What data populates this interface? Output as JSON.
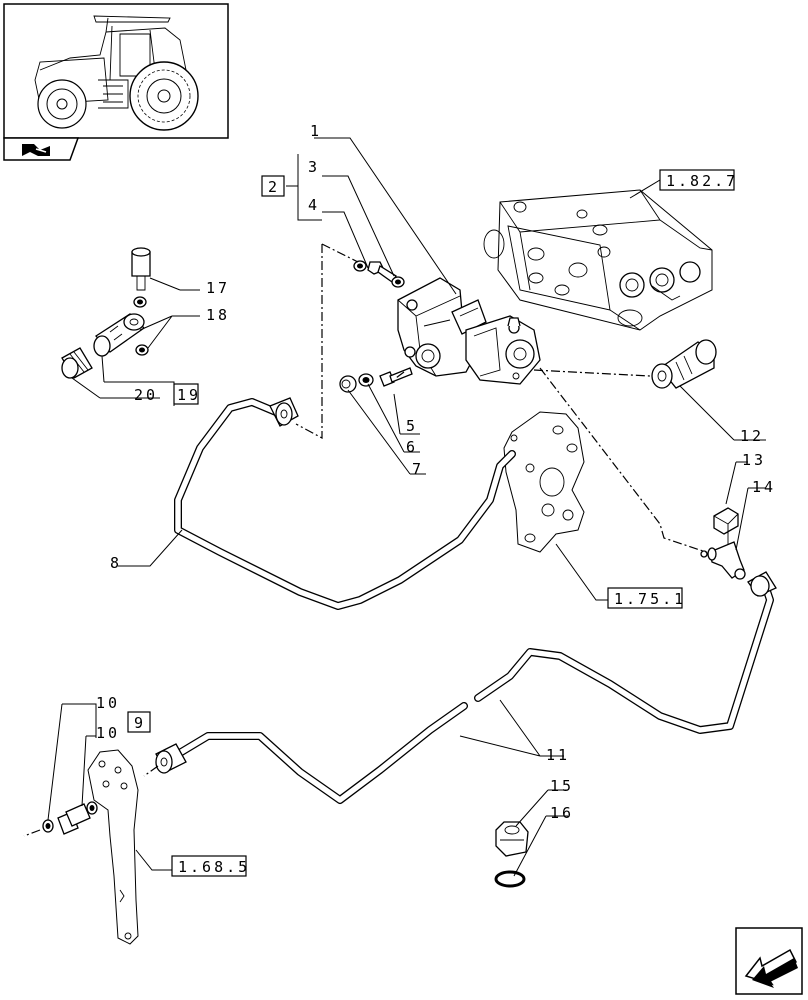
{
  "callouts": {
    "c1": "1",
    "c2": "2",
    "c3": "3",
    "c4": "4",
    "c5": "5",
    "c6": "6",
    "c7": "7",
    "c8": "8",
    "c9": "9",
    "c10a": "10",
    "c10b": "10",
    "c11": "11",
    "c12": "12",
    "c13": "13",
    "c14": "14",
    "c15": "15",
    "c16": "16",
    "c17": "17",
    "c18": "18",
    "c19": "19",
    "c20": "20"
  },
  "references": {
    "r1827": "1.82.7",
    "r1751": "1.75.1",
    "r1685": "1.68.5"
  },
  "icons": [
    "tractor-thumbnail-icon",
    "section-arrow-icon",
    "next-page-arrow-icon"
  ]
}
